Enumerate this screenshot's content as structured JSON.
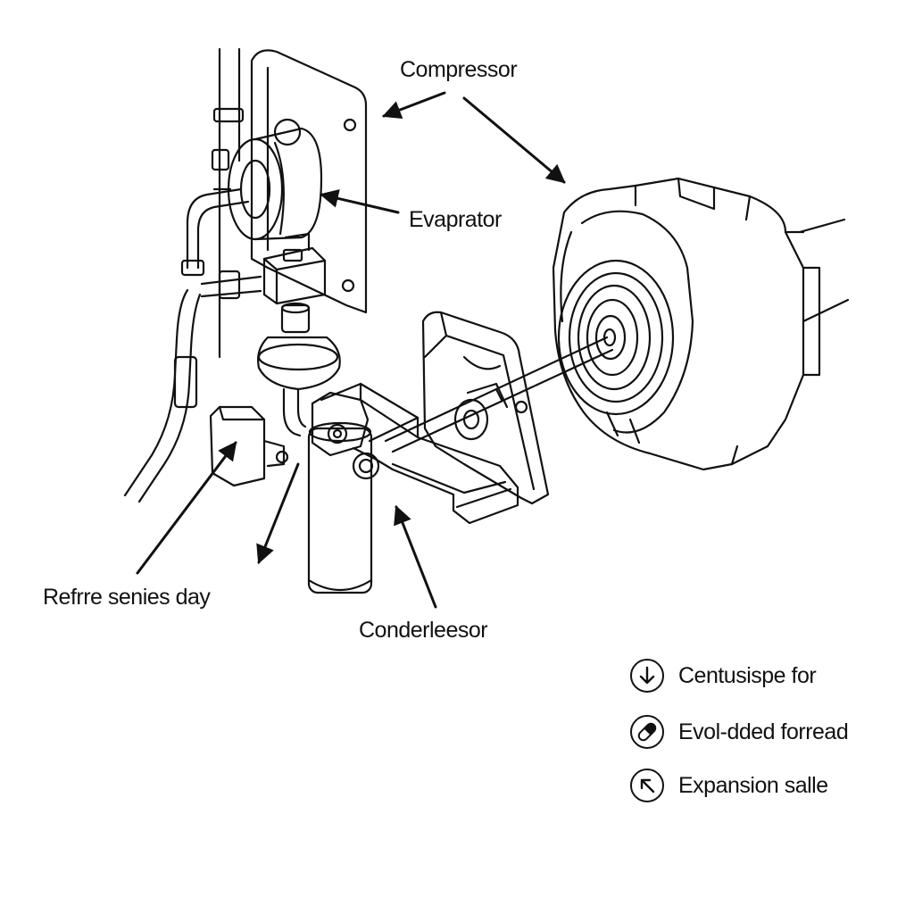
{
  "labels": {
    "compressor": "Compressor",
    "evaporator": "Evaprator",
    "refrigerant": "Refrre senies day",
    "condenser": "Conderleesor"
  },
  "legend": {
    "items": [
      {
        "icon": "down-arrow-icon",
        "text": "Centusispe for"
      },
      {
        "icon": "pill-icon",
        "text": "Evol-dded forread"
      },
      {
        "icon": "up-left-arrow-icon",
        "text": "Expansion salle"
      }
    ]
  },
  "colors": {
    "line": "#111111",
    "background": "#ffffff"
  }
}
